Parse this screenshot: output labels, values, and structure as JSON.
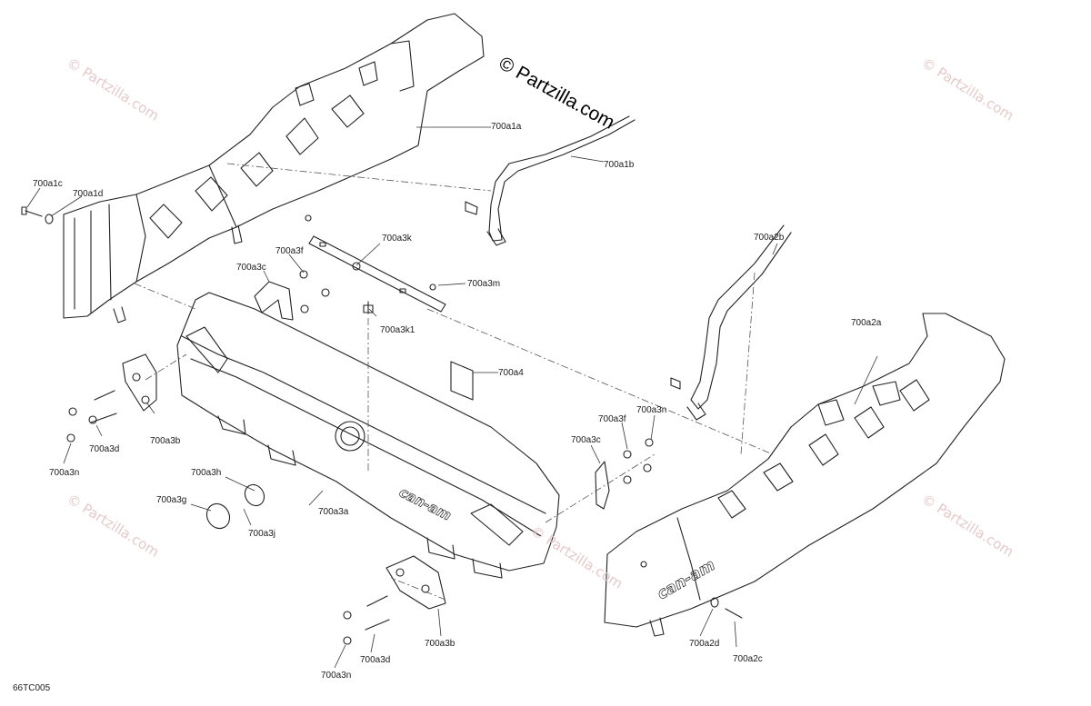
{
  "copyright": "© Partzilla.com",
  "watermark": "© Partzilla.com",
  "diagram_id": "66TC005",
  "logo_text": "can-am",
  "callouts": [
    {
      "id": "700a1a",
      "label": "700a1a"
    },
    {
      "id": "700a1b",
      "label": "700a1b"
    },
    {
      "id": "700a1c",
      "label": "700a1c"
    },
    {
      "id": "700a1d",
      "label": "700a1d"
    },
    {
      "id": "700a3k",
      "label": "700a3k"
    },
    {
      "id": "700a3f_left",
      "label": "700a3f"
    },
    {
      "id": "700a3c_left",
      "label": "700a3c"
    },
    {
      "id": "700a3m",
      "label": "700a3m"
    },
    {
      "id": "700a3k1",
      "label": "700a3k1"
    },
    {
      "id": "700a4",
      "label": "700a4"
    },
    {
      "id": "700a2b",
      "label": "700a2b"
    },
    {
      "id": "700a2a",
      "label": "700a2a"
    },
    {
      "id": "700a3n_right",
      "label": "700a3n"
    },
    {
      "id": "700a3f_right",
      "label": "700a3f"
    },
    {
      "id": "700a3c_right",
      "label": "700a3c"
    },
    {
      "id": "700a3b_top",
      "label": "700a3b"
    },
    {
      "id": "700a3d_top",
      "label": "700a3d"
    },
    {
      "id": "700a3n_left",
      "label": "700a3n"
    },
    {
      "id": "700a3h",
      "label": "700a3h"
    },
    {
      "id": "700a3g",
      "label": "700a3g"
    },
    {
      "id": "700a3a",
      "label": "700a3a"
    },
    {
      "id": "700a3j",
      "label": "700a3j"
    },
    {
      "id": "700a3b_bottom",
      "label": "700a3b"
    },
    {
      "id": "700a3d_bottom",
      "label": "700a3d"
    },
    {
      "id": "700a3n_bottom",
      "label": "700a3n"
    },
    {
      "id": "700a2d",
      "label": "700a2d"
    },
    {
      "id": "700a2c",
      "label": "700a2c"
    }
  ]
}
